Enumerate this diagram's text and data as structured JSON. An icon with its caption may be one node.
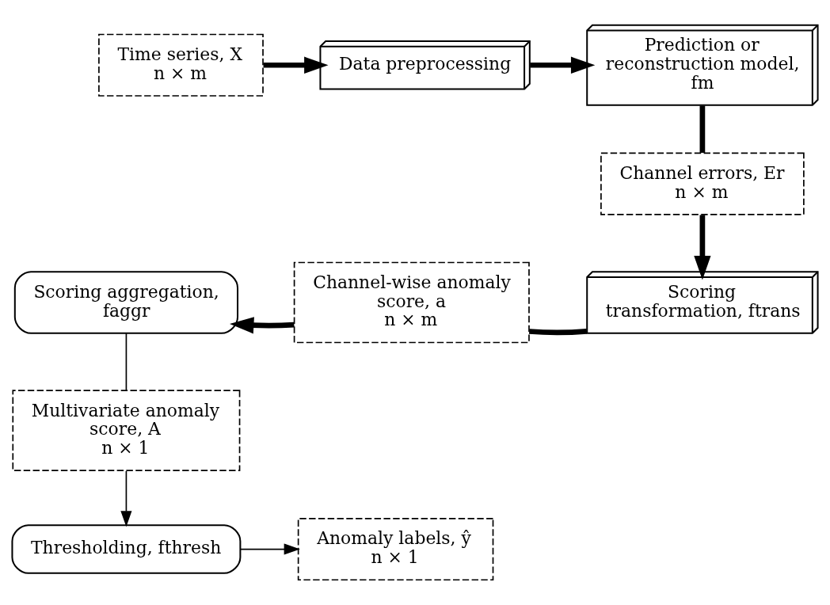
{
  "diagram": {
    "nodes": [
      {
        "text": [
          "Time series, X",
          "n × m"
        ]
      },
      {
        "text": [
          "Data preprocessing"
        ]
      },
      {
        "text": [
          "Prediction or reconstruction model, fm"
        ]
      },
      {
        "text": [
          "Channel errors, Er",
          "n × m"
        ]
      },
      {
        "text": [
          "Scoring transformation, ftrans"
        ]
      },
      {
        "text": [
          "Channel-wise anomaly score, a",
          "n × m"
        ]
      },
      {
        "text": [
          "Scoring aggregation, faggr"
        ]
      },
      {
        "text": [
          "Multivariate anomaly score, A",
          "n × 1"
        ]
      },
      {
        "text": [
          "Thresholding, fthresh"
        ]
      },
      {
        "text": [
          "Anomaly labels, ŷ",
          "n × 1"
        ]
      }
    ],
    "edges": [
      {
        "from": 0,
        "to": 1,
        "arrow": "to"
      },
      {
        "from": 1,
        "to": 2,
        "arrow": "to"
      },
      {
        "from": 2,
        "to": 3,
        "arrow": "none"
      },
      {
        "from": 3,
        "to": 4,
        "arrow": "to"
      },
      {
        "from": 4,
        "to": 5,
        "arrow": "none"
      },
      {
        "from": 5,
        "to": 6,
        "arrow": "to"
      },
      {
        "from": 6,
        "to": 7,
        "arrow": "none"
      },
      {
        "from": 7,
        "to": 8,
        "arrow": "to"
      },
      {
        "from": 8,
        "to": 9,
        "arrow": "to"
      }
    ]
  }
}
